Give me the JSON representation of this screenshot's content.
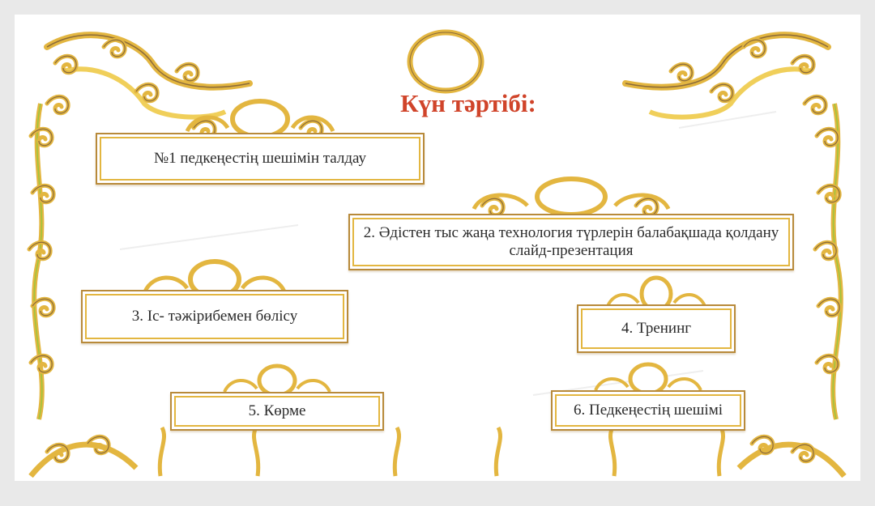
{
  "slide": {
    "title": "Күн тәртібі:",
    "items": [
      {
        "text": "№1 педкеңестің шешімін талдау"
      },
      {
        "text": "2. Әдістен тыс жаңа технология түрлерін балабақшада қолдану слайд-презентация"
      },
      {
        "text": "3. Іс- тәжірибемен бөлісу"
      },
      {
        "text": "4. Тренинг"
      },
      {
        "text": "5. Көрме"
      },
      {
        "text": "6. Педкеңестің шешімі"
      }
    ]
  },
  "colors": {
    "title": "#d0442a",
    "gold": "#e3b640",
    "frame": "#b88a3a",
    "accent_green": "#9cc63e"
  }
}
